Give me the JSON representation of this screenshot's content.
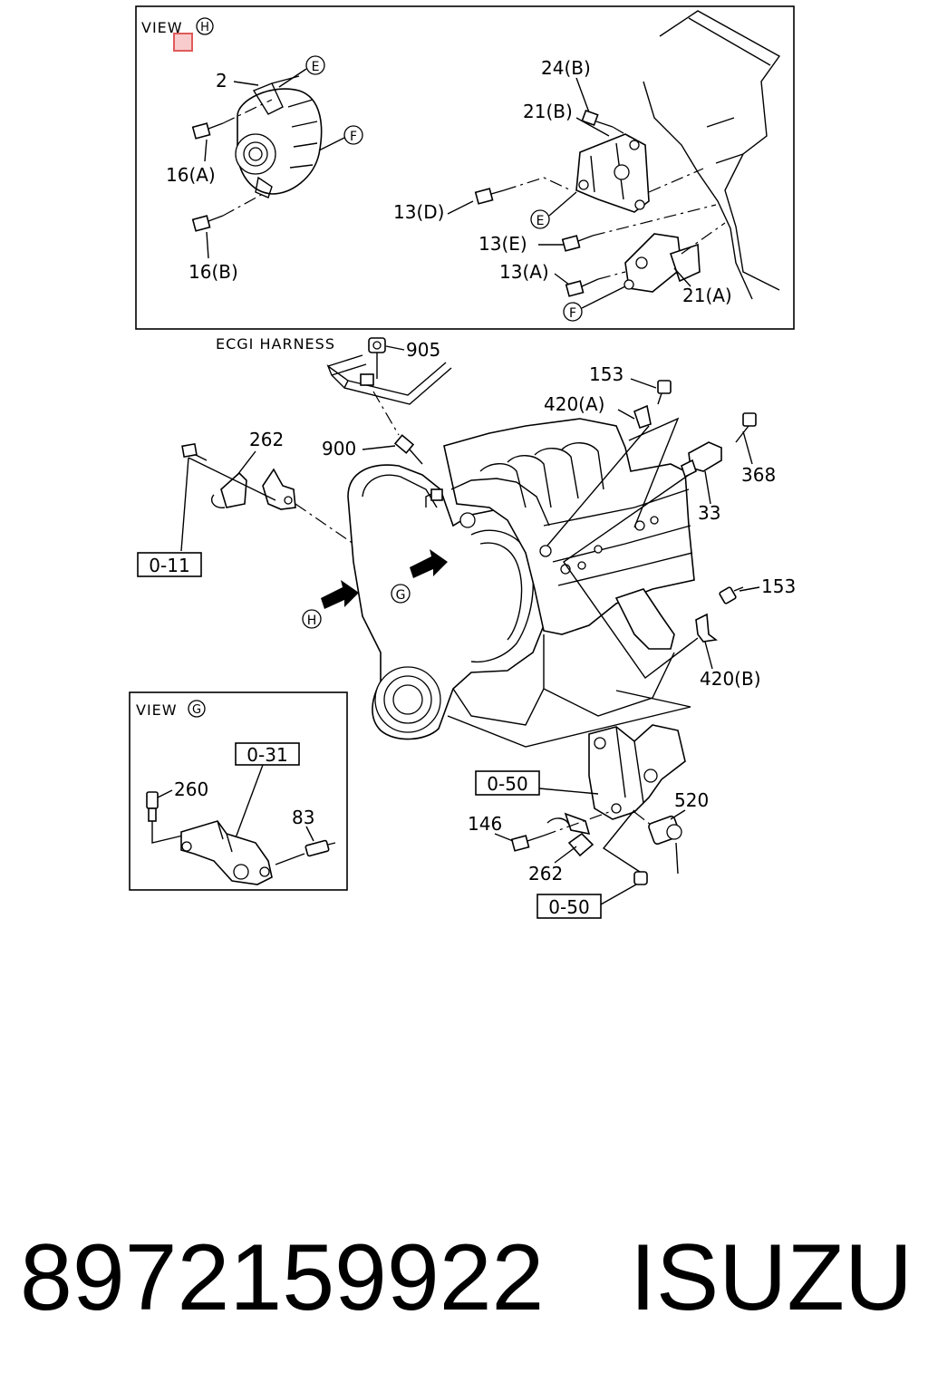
{
  "footer": {
    "part_number": "8972159922",
    "brand": "ISUZU"
  },
  "view_h": {
    "title": "VIEW",
    "marker": "H",
    "callouts": [
      "2",
      "E",
      "F",
      "16(A)",
      "16(B)",
      "24(B)",
      "21(B)",
      "13(D)",
      "E",
      "13(E)",
      "13(A)",
      "21(A)",
      "F"
    ]
  },
  "main": {
    "harness_label": "ECGI HARNESS",
    "callouts": [
      "905",
      "900",
      "262",
      "153",
      "420(A)",
      "368",
      "33",
      "153",
      "420(B)",
      "G",
      "H"
    ],
    "ref_boxes": [
      "0-11",
      "0-50",
      "0-50"
    ],
    "lower_callouts": [
      "520",
      "146",
      "262"
    ]
  },
  "view_g": {
    "title": "VIEW",
    "marker": "G",
    "ref_box": "0-31",
    "callouts": [
      "260",
      "83"
    ]
  },
  "colors": {
    "line": "#000000",
    "marker_box": "#e05a5a",
    "marker_fill": "#f8cccc"
  }
}
